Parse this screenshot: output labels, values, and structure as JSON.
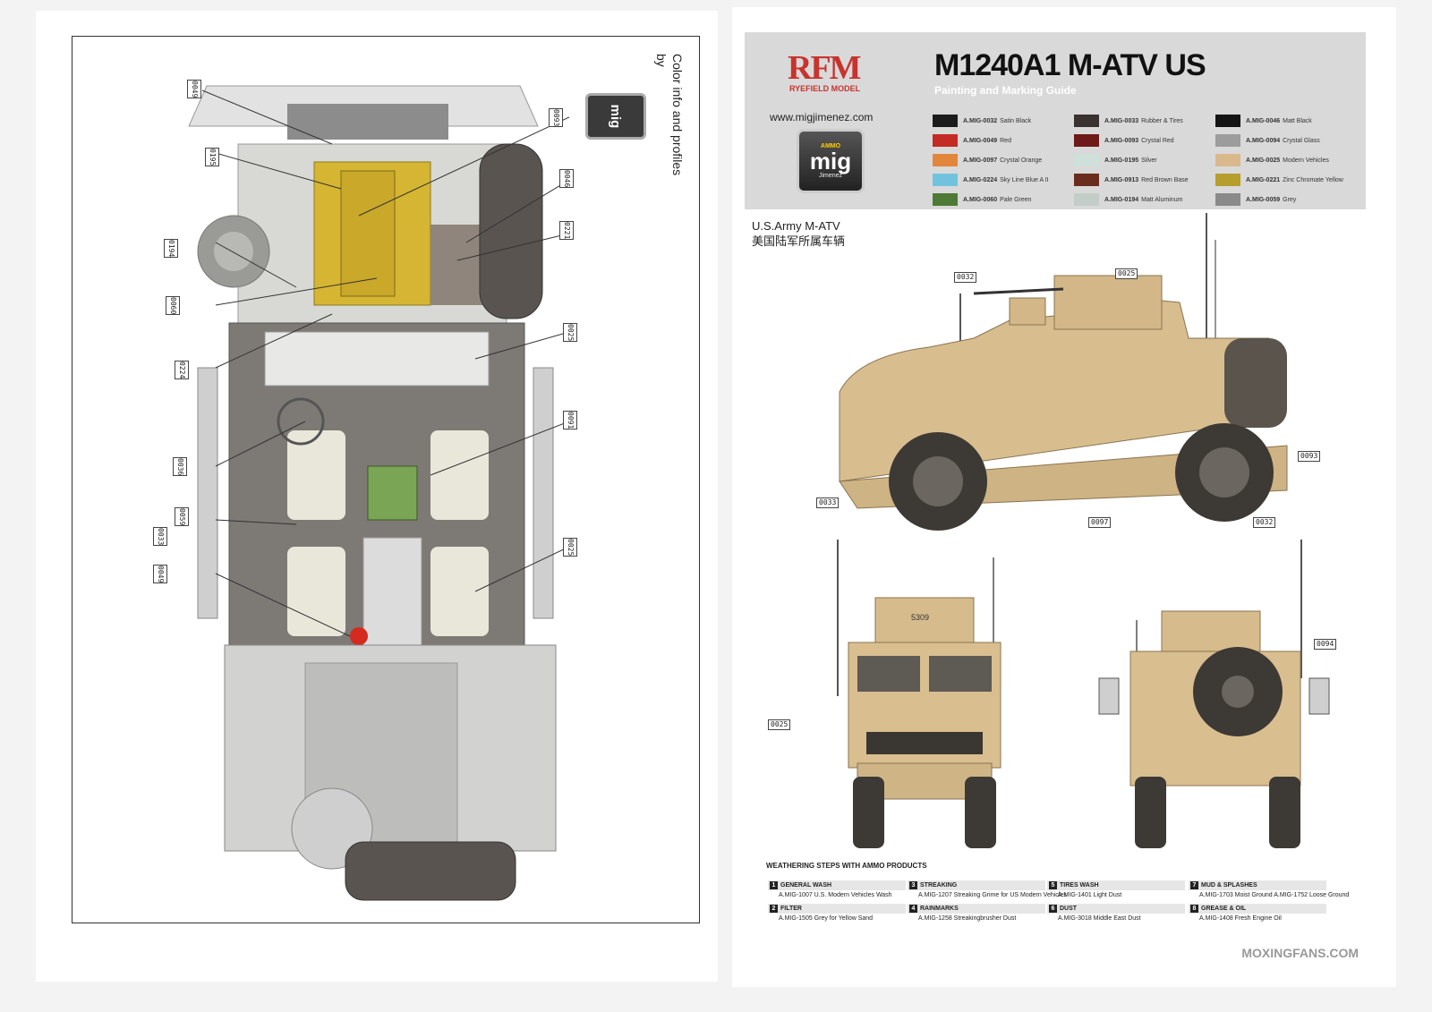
{
  "left": {
    "color_info": [
      "Color info and profiles",
      "by"
    ],
    "mig_logo_text": "mig",
    "callouts": [
      "0049",
      "0195",
      "0194",
      "0060",
      "0224",
      "0036",
      "0059",
      "0033",
      "0049",
      "0093",
      "0046",
      "0221",
      "0025",
      "0091",
      "0025"
    ]
  },
  "right": {
    "brand": {
      "logo": "RFM",
      "sub": "RYEFIELD MODEL"
    },
    "title": "M1240A1 M-ATV US",
    "subtitle": "Painting and Marking Guide",
    "url": "www.migjimenez.com",
    "mig_logo": {
      "ammo": "AMMO",
      "mig": "mig",
      "jimenez": "Jimenez"
    },
    "swatches": [
      {
        "code": "A.MIG-0032",
        "name": "Satin Black",
        "color": "#1c1c1c"
      },
      {
        "code": "A.MIG-0049",
        "name": "Red",
        "color": "#c42b24"
      },
      {
        "code": "A.MIG-0097",
        "name": "Crystal Orange",
        "color": "#e2863c"
      },
      {
        "code": "A.MIG-0224",
        "name": "Sky Line Blue A II",
        "color": "#71c3dd"
      },
      {
        "code": "A.MIG-0060",
        "name": "Pale Green",
        "color": "#4d7b35"
      },
      {
        "code": "A.MIG-0033",
        "name": "Rubber & Tires",
        "color": "#3a3230"
      },
      {
        "code": "A.MIG-0093",
        "name": "Crystal Red",
        "color": "#6e1a18"
      },
      {
        "code": "A.MIG-0195",
        "name": "Silver",
        "color": "#cfe0d8"
      },
      {
        "code": "A.MIG-0913",
        "name": "Red Brown Base",
        "color": "#6a2c1c"
      },
      {
        "code": "A.MIG-0194",
        "name": "Matt Aluminum",
        "color": "#c3cdc7"
      },
      {
        "code": "A.MIG-0046",
        "name": "Matt Black",
        "color": "#141414"
      },
      {
        "code": "A.MIG-0094",
        "name": "Crystal Glass",
        "color": "#9c9c9c"
      },
      {
        "code": "A.MIG-0025",
        "name": "Modern Vehicles",
        "color": "#d9b98c"
      },
      {
        "code": "A.MIG-0221",
        "name": "Zinc Chromate Yellow",
        "color": "#b79e2c"
      },
      {
        "code": "A.MIG-0059",
        "name": "Grey",
        "color": "#8a8a8a"
      }
    ],
    "army": [
      "U.S.Army M-ATV",
      "美国陆军所属车辆"
    ],
    "side_callouts": [
      "0032",
      "0025",
      "0033",
      "0097",
      "0032",
      "0093"
    ],
    "front_callouts": [
      "0025"
    ],
    "rear_callouts": [
      "0094"
    ],
    "plate": "5309",
    "weathering_title": "WEATHERING STEPS WITH AMMO PRODUCTS",
    "weathering": [
      {
        "n": "1",
        "title": "GENERAL WASH",
        "line": "A.MIG-1007 U.S. Modern Vehicles Wash"
      },
      {
        "n": "2",
        "title": "FILTER",
        "line": "A.MIG-1505 Grey for Yellow Sand"
      },
      {
        "n": "3",
        "title": "STREAKING",
        "line": "A.MIG-1207 Streaking Grime for US Modern Vehicles"
      },
      {
        "n": "4",
        "title": "RAINMARKS",
        "line": "A.MIG-1258 Streakingbrusher Dust"
      },
      {
        "n": "5",
        "title": "TIRES WASH",
        "line": "A.MIG-1401 Light Dust"
      },
      {
        "n": "6",
        "title": "DUST",
        "line": "A.MIG-3018 Middle East Dust"
      },
      {
        "n": "7",
        "title": "MUD & SPLASHES",
        "line": "A.MIG-1703 Moist Ground   A.MIG-1752 Loose Ground"
      },
      {
        "n": "8",
        "title": "GREASE & OIL",
        "line": "A.MIG-1408 Fresh Engine Oil"
      }
    ],
    "watermark": "MOXINGFANS.COM"
  }
}
